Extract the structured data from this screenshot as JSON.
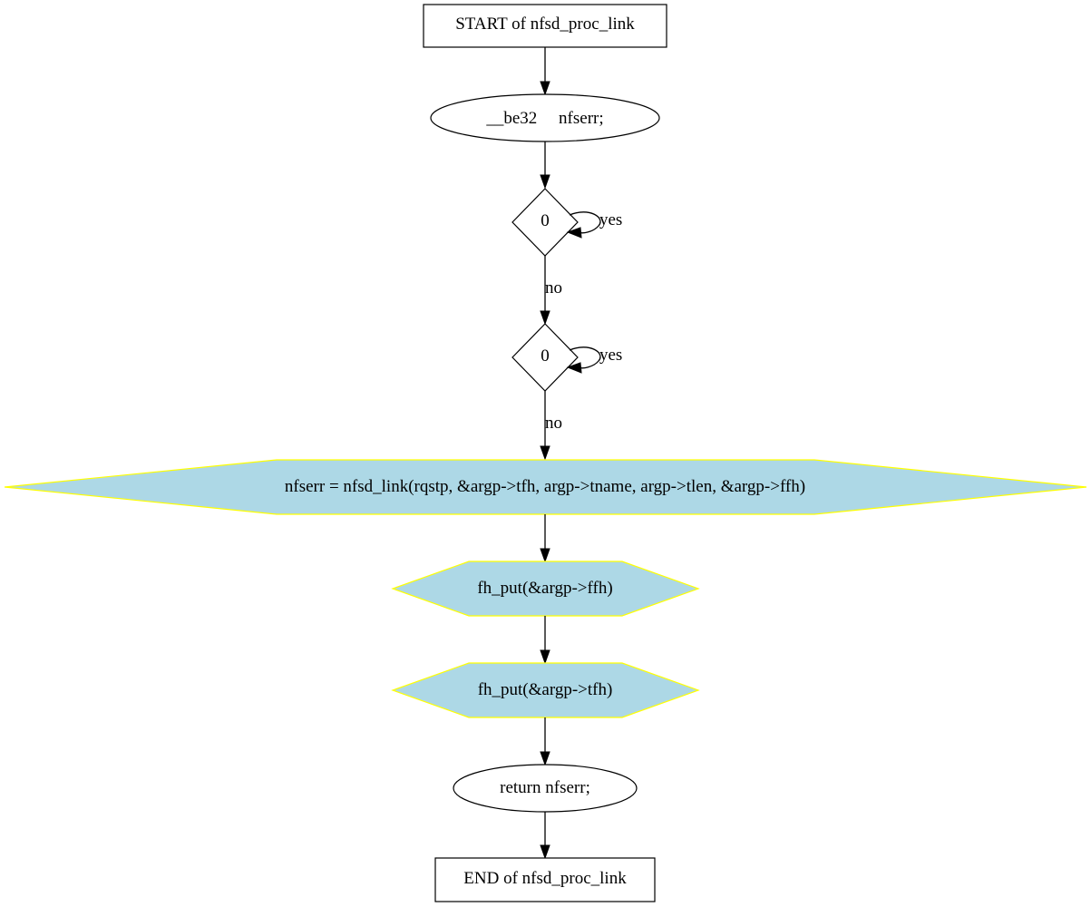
{
  "nodes": {
    "start": "START of nfsd_proc_link",
    "decl": "__be32     nfserr;",
    "cond1": "0",
    "cond2": "0",
    "link_call": "nfserr = nfsd_link(rqstp, &argp->tfh, argp->tname, argp->tlen, &argp->ffh)",
    "put_ffh": "fh_put(&argp->ffh)",
    "put_tfh": "fh_put(&argp->tfh)",
    "ret": "return nfserr;",
    "end": "END of nfsd_proc_link"
  },
  "edges": {
    "cond1_yes": "yes",
    "cond1_no": "no",
    "cond2_yes": "yes",
    "cond2_no": "no"
  },
  "colors": {
    "op_fill": "#add8e6",
    "op_stroke": "#ffff00"
  }
}
